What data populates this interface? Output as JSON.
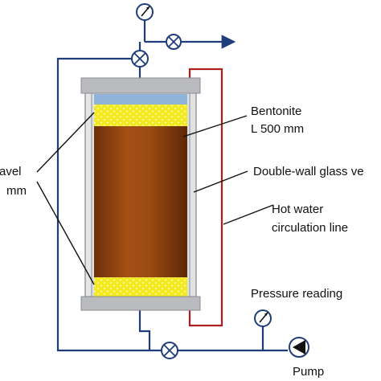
{
  "labels": {
    "bentonite_line1": "Bentonite",
    "bentonite_line2": "L 500 mm",
    "vessel": "Double-wall glass ve",
    "gravel_line1": "ravel",
    "gravel_line2": "mm",
    "hot_water_line1": "Hot water",
    "hot_water_line2": "circulation line",
    "pressure_reading": "Pressure reading",
    "pump": "Pump"
  },
  "colors": {
    "pipe": "#1f3d7a",
    "hot_water_loop": "#b01e1e",
    "bentonite_core": "#8a3f0c",
    "gravel": "#f2ea1e",
    "end_cap": "#b9bbbe",
    "vessel_wall": "#c9ccd0",
    "top_water_layer": "#8fb3d9"
  },
  "icons": [
    "pressure-gauge-icon",
    "valve-icon",
    "flow-arrow-icon",
    "pump-icon"
  ]
}
